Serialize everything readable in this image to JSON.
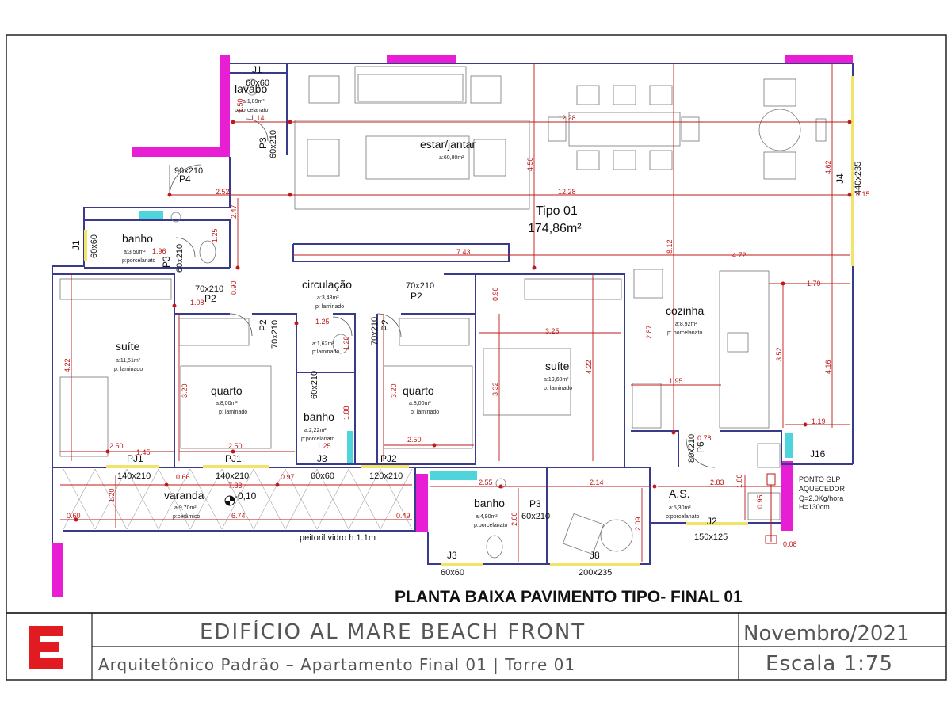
{
  "drawing_title": "PLANTA BAIXA PAVIMENTO TIPO- FINAL 01",
  "unit": {
    "name": "Tipo 01",
    "area": "174,86m²"
  },
  "title_block": {
    "logo_letter": "E",
    "building": "EDIFÍCIO AL MARE BEACH FRONT",
    "description": "Arquitetônico Padrão – Apartamento Final 01 | Torre 01",
    "date": "Novembro/2021",
    "scale": "Escala 1:75"
  },
  "rooms": [
    {
      "name": "lavabo",
      "area": "a:1,89m²",
      "floor": "p:porcelanato"
    },
    {
      "name": "estar/jantar",
      "area": "a:60,80m²",
      "floor": ""
    },
    {
      "name": "banho",
      "area": "a:3,50m²",
      "floor": "p:porcelanato"
    },
    {
      "name": "circulação",
      "area": "a:3,43m²",
      "floor": "p: laminado"
    },
    {
      "name": "suíte",
      "area": "a:11,51m²",
      "floor": "p: laminado"
    },
    {
      "name": "quarto",
      "area": "a:8,00m²",
      "floor": "p: laminado"
    },
    {
      "name": "banho",
      "area": "a:2,22m²",
      "floor": "p:porcelanato"
    },
    {
      "name": "quarto",
      "area": "a:8,00m²",
      "floor": "p: laminado"
    },
    {
      "name": "suíte",
      "area": "a:19,60m²",
      "floor": "p: laminado"
    },
    {
      "name": "cozinha",
      "area": "a:8,92m²",
      "floor": "p: porcelanato"
    },
    {
      "name": "varanda",
      "area": "a:9,70m²",
      "floor": "p:cerâmico"
    },
    {
      "name": "banho",
      "area": "a:4,90m²",
      "floor": "p:porcelanato"
    },
    {
      "name": "A.S.",
      "area": "a:5,30m²",
      "floor": "p:porcelanato"
    }
  ],
  "closet_area": "a:1,62m²",
  "closet_floor": "p:laminado",
  "openings": [
    "J1",
    "60x60",
    "P3",
    "60x210",
    "P4",
    "90x210",
    "J1",
    "60x60",
    "P3",
    "60x210",
    "P2",
    "70x210",
    "P2",
    "70x210",
    "P2",
    "70x210",
    "P2",
    "70x210",
    "60x210",
    "J3",
    "60x60",
    "PJ1",
    "140x210",
    "PJ1",
    "140x210",
    "PJ2",
    "120x210",
    "P3",
    "60x210",
    "J3",
    "60x60",
    "J8",
    "200x235",
    "P6",
    "80x210",
    "J2",
    "150x125",
    "J16",
    "J4",
    "440x235"
  ],
  "dimensions": [
    "1.14",
    "12.28",
    "2.52",
    "12.28",
    "4.50",
    "8.12",
    "4.62",
    "0.15",
    "2.47",
    "1.96",
    "1.25",
    "0.90",
    "1.08",
    "7.43",
    "4.72",
    "1.79",
    "0.90",
    "1.25",
    "1.20",
    "1.88",
    "1.25",
    "3.20",
    "3.20",
    "3.32",
    "3.25",
    "4.22",
    "4.22",
    "2.87",
    "3.52",
    "4.16",
    "1.95",
    "1.19",
    "0.78",
    "2.50",
    "1.45",
    "2.50",
    "2.50",
    "0.66",
    "7.83",
    "0.97",
    "2.55",
    "2.14",
    "2.83",
    "1.80",
    "0.95",
    "1.20",
    "6.74",
    "0.60",
    "0.49",
    "2.00",
    "2.09",
    "0.08",
    "1.50"
  ],
  "notes": {
    "level": "-0,10",
    "railing": "peitoril vidro h:1.1m",
    "glp_1": "PONTO GLP",
    "glp_2": "AQUECEDOR",
    "glp_3": "Q=2,0Kg/hora",
    "glp_4": "H=130cm"
  },
  "colors": {
    "wall": "#3a3a8c",
    "dimension": "#c01818",
    "accent": "#e81ed4",
    "glass": "#f2e36a",
    "tile": "#4fd4dc",
    "logo": "#e21b23"
  }
}
